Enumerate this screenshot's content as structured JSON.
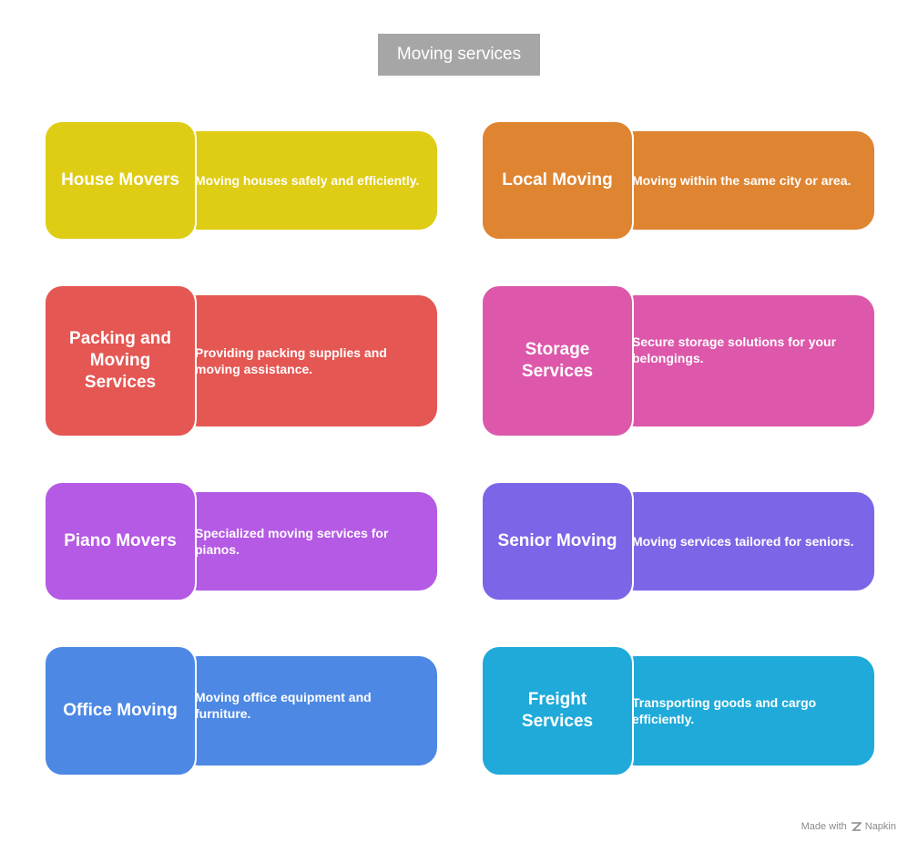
{
  "title": "Moving services",
  "footer": {
    "made_with": "Made with",
    "brand": "Napkin"
  },
  "services": [
    {
      "title": "House Movers",
      "description": "Moving houses safely and efficiently.",
      "color": "#dfcc14"
    },
    {
      "title": "Local Moving",
      "description": "Moving within the same city or area.",
      "color": "#df8430"
    },
    {
      "title": "Packing and Moving Services",
      "description": "Providing packing supplies and moving assistance.",
      "color": "#e45753"
    },
    {
      "title": "Storage Services",
      "description": "Secure storage solutions for your belongings.",
      "color": "#dd57aa"
    },
    {
      "title": "Piano Movers",
      "description": "Specialized moving services for pianos.",
      "color": "#b55ae4"
    },
    {
      "title": "Senior Moving",
      "description": "Moving services tailored for seniors.",
      "color": "#7d65e8"
    },
    {
      "title": "Office Moving",
      "description": "Moving office equipment and furniture.",
      "color": "#4d88e4"
    },
    {
      "title": "Freight Services",
      "description": "Transporting goods and cargo efficiently.",
      "color": "#1faad9"
    }
  ]
}
